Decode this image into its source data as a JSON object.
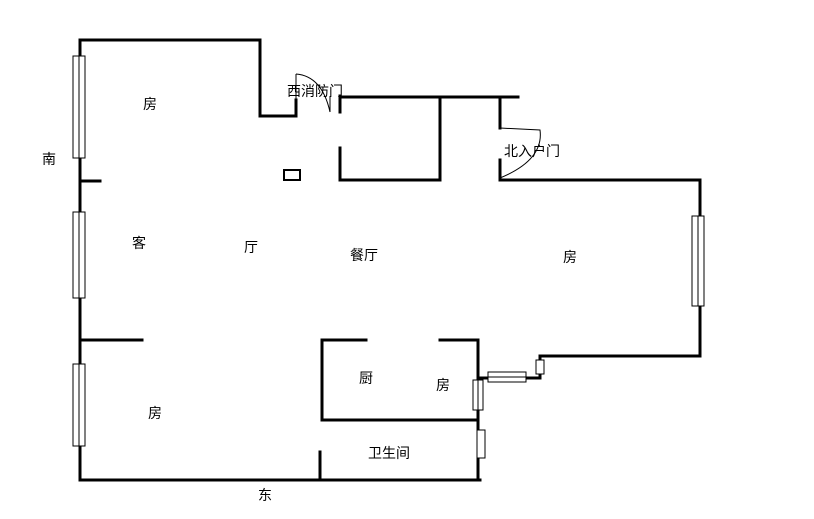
{
  "labels": {
    "room_top_left": "房",
    "room_bottom_left": "房",
    "room_right": "房",
    "room_small": "房",
    "living_ke": "客",
    "living_ting": "厅",
    "dining": "餐厅",
    "kitchen": "厨",
    "bathroom": "卫生间",
    "west_fire_door": "西消防门",
    "north_entry_door": "北入户门",
    "compass_south": "南",
    "compass_east": "东"
  },
  "colors": {
    "line": "#000000",
    "background": "#ffffff"
  }
}
